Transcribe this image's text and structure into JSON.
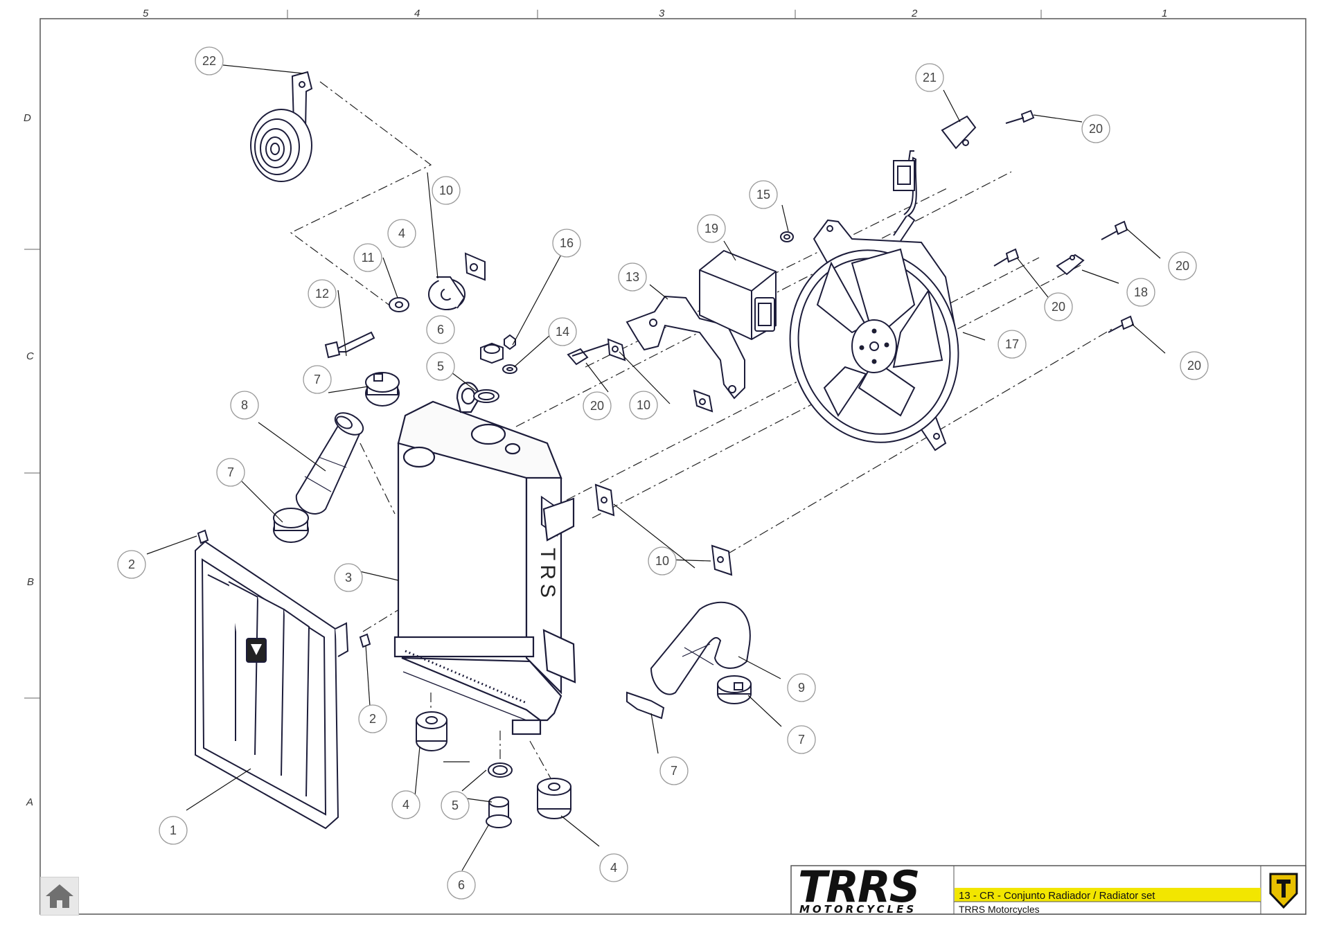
{
  "sheet": {
    "grid_columns": [
      "5",
      "4",
      "3",
      "2",
      "1"
    ],
    "grid_rows": [
      "D",
      "C",
      "B",
      "A"
    ]
  },
  "callouts": [
    "22",
    "21",
    "20",
    "20",
    "20",
    "20",
    "20",
    "19",
    "18",
    "17",
    "16",
    "15",
    "14",
    "13",
    "12",
    "11",
    "10",
    "10",
    "10",
    "10",
    "9",
    "8",
    "7",
    "7",
    "7",
    "7",
    "6",
    "6",
    "5",
    "5",
    "4",
    "4",
    "4",
    "3",
    "2",
    "2",
    "1"
  ],
  "title_block": {
    "brand_main": "TRRS",
    "brand_sub": "MOTORCYCLES",
    "title": "13 - CR - Conjunto Radiador / Radiator set",
    "company": "TRRS Motorcycles",
    "accent_color": "#f2e600",
    "emblem_color": "#e8c000"
  },
  "radiator_label": "TRS",
  "home": {
    "icon": "home-icon"
  }
}
